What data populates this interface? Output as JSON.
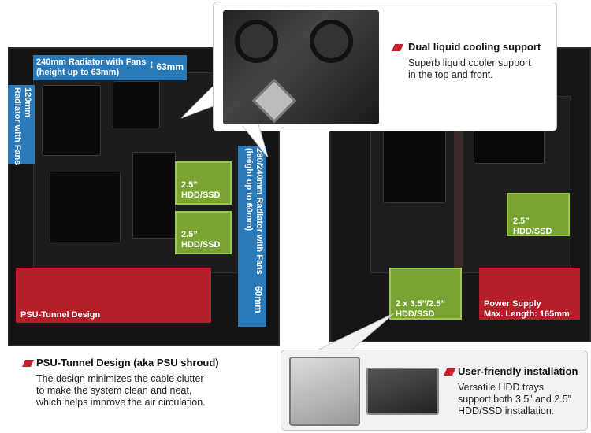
{
  "left_case": {
    "radiator_top_label": "240mm Radiator with Fans\n(height up to 63mm)",
    "radiator_top_height": "63mm",
    "radiator_rear_label": "120mm\nRadiator with Fans",
    "radiator_front_label": "280/240mm Radiator with Fans\n(height up to 60mm)",
    "radiator_front_depth": "60mm",
    "ssd_slot_1": "2.5”\nHDD/SSD",
    "ssd_slot_2": "2.5”\nHDD/SSD",
    "psu_tunnel_label": "PSU-Tunnel Design"
  },
  "right_case": {
    "ssd_slot": "2.5”\nHDD/SSD",
    "hdd_cage": "2 x 3.5”/2.5”\nHDD/SSD",
    "psu_label": "Power Supply\nMax. Length: 165mm"
  },
  "features": {
    "liquid": {
      "title": "Dual liquid cooling support",
      "desc": "Superb liquid cooler support\nin the top and front."
    },
    "psu_shroud": {
      "title": "PSU-Tunnel Design (aka PSU shroud)",
      "desc": "The design minimizes the cable clutter\nto make the system clean and neat,\nwhich helps improve the air circulation."
    },
    "installation": {
      "title": "User-friendly installation",
      "desc": "Versatile HDD trays\nsupport both 3.5” and 2.5”\nHDD/SSD installation."
    }
  },
  "colors": {
    "blue": "#2a79b8",
    "green": "#79a431",
    "red": "#b61e2a"
  }
}
